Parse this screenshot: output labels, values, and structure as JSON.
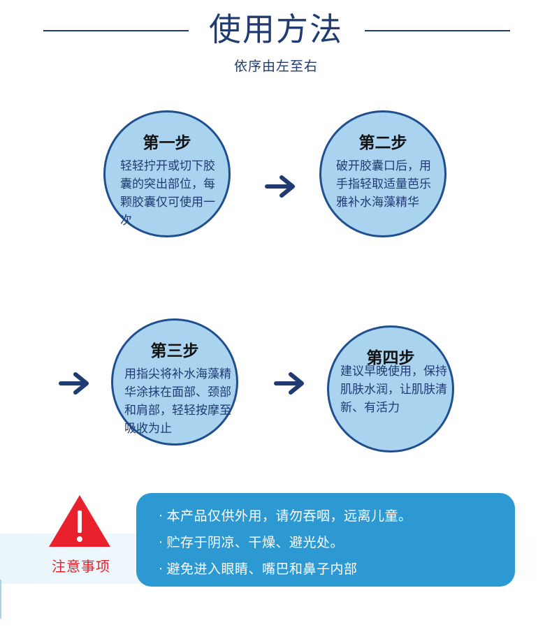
{
  "header": {
    "title": "使用方法",
    "subtitle": "依序由左至右"
  },
  "steps": [
    {
      "title": "第一步",
      "text": "轻轻拧开或切下胶囊的突出部位，每颗胶囊仅可使用一次"
    },
    {
      "title": "第二步",
      "text": "破开胶囊口后，用手指轻取适量芭乐雅补水海藻精华"
    },
    {
      "title": "第三步",
      "text": "用指尖将补水海藻精华涂抹在面部、颈部和肩部，轻轻按摩至吸收为止"
    },
    {
      "title": "第四步",
      "text": "建议早晚使用，保持肌肤水润，让肌肤清新、有活力"
    }
  ],
  "notice": {
    "label": "注意事项",
    "bullet": "·",
    "items": [
      "本产品仅供外用，请勿吞咽，远离儿童。",
      "贮存于阴凉、干燥、避光处。",
      "避免进入眼睛、嘴巴和鼻子内部"
    ]
  },
  "colors": {
    "navy": "#1f3b72",
    "circle_fill": "#a9d3ef",
    "circle_border": "#1f4f8f",
    "notice_blue": "#2c99d3",
    "warning_red": "#e8212c"
  },
  "icons": {
    "arrow": "right-arrow-icon",
    "warning": "warning-triangle-icon"
  }
}
